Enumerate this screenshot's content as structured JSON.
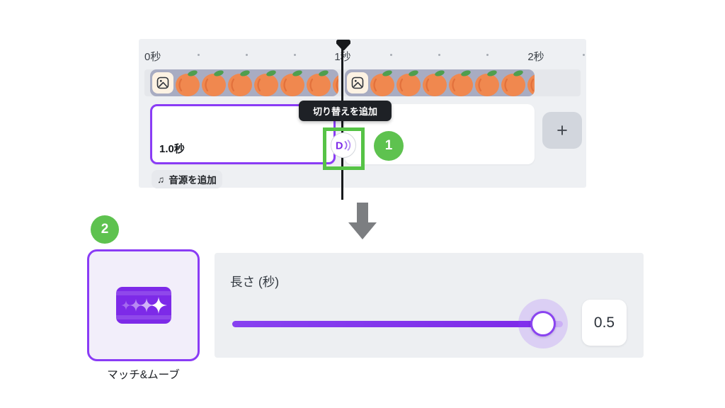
{
  "timeline": {
    "ruler": {
      "label_0s": "0秒",
      "label_1s": "1秒",
      "label_2s": "2秒"
    },
    "playhead_position_label": "1秒",
    "clips": [
      {
        "thumbnail": "tangerine-emoji-pattern",
        "fruit_count": 7
      },
      {
        "thumbnail": "tangerine-emoji-pattern",
        "fruit_count": 7
      }
    ],
    "clip_a_duration": "1.0秒",
    "tooltip": "切り替えを追加",
    "add_clip_label": "+",
    "add_audio_label": "音源を追加",
    "step_badge_1": "1"
  },
  "icons": {
    "music_note": "♫",
    "image_thumbnail": "image-icon",
    "transition": "transition-d-waves-icon",
    "playhead": "playhead-marker",
    "arrow": "down-arrow"
  },
  "steps": {
    "step_badge_2": "2"
  },
  "transition_card": {
    "name": "マッチ&ムーブ"
  },
  "duration_panel": {
    "label": "長さ (秒)",
    "value": "0.5",
    "slider_percent": 94
  },
  "colors": {
    "accent_purple": "#8a3cf5",
    "icon_purple": "#7d2ae8",
    "highlight_green": "#56c346",
    "badge_green": "#5ec24f",
    "panel_gray": "#eef0f3",
    "filmstrip_lavender": "#a8acc2",
    "tangerine_orange": "#f0884f",
    "leaf_green": "#4f9e4f",
    "tooltip_dark": "#1e2126"
  }
}
